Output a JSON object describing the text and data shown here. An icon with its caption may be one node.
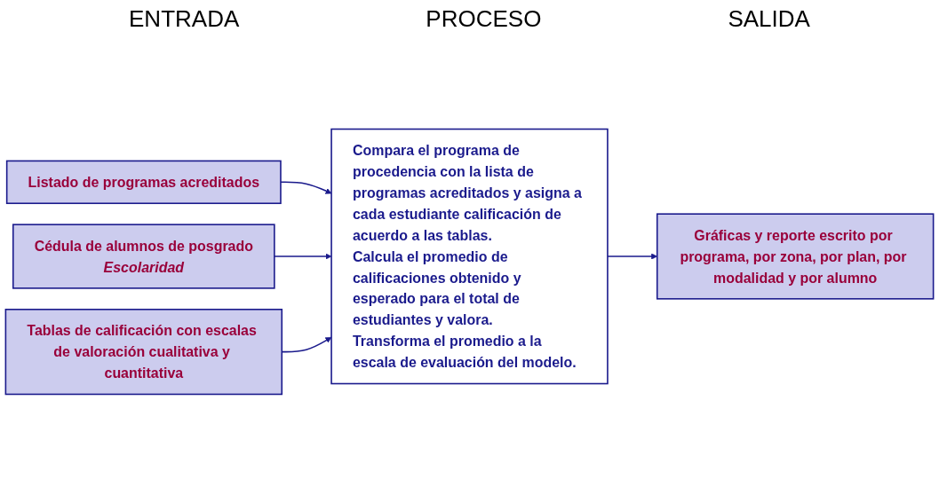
{
  "diagram": {
    "nodes": [
      {
        "text": [
          "Listado de programas acreditados"
        ]
      },
      {
        "text": [
          "Cédula de alumnos de posgrado",
          "Escolaridad"
        ]
      },
      {
        "text": [
          "Tablas de calificación con escalas de valoración cualitativa y cuantitativa"
        ]
      },
      {
        "text": [
          "Compara el programa de procedencia con la lista de programas acreditados y asigna a cada estudiante calificación de acuerdo a las tablas.",
          "Calcula el promedio de calificaciones obtenido y esperado para el total de estudiantes y valora.",
          "Transforma el promedio a la escala de evaluación del modelo."
        ]
      },
      {
        "text": [
          "Gráficas y reporte escrito por programa, por zona, por plan, por modalidad y por alumno"
        ]
      }
    ],
    "edges": [
      {
        "from": 0,
        "to": 3,
        "arrow": "to"
      },
      {
        "from": 1,
        "to": 3,
        "arrow": "to"
      },
      {
        "from": 2,
        "to": 3,
        "arrow": "to"
      },
      {
        "from": 3,
        "to": 4,
        "arrow": "to"
      }
    ],
    "labels": [
      "ENTRADA",
      "PROCESO",
      "SALIDA"
    ]
  }
}
